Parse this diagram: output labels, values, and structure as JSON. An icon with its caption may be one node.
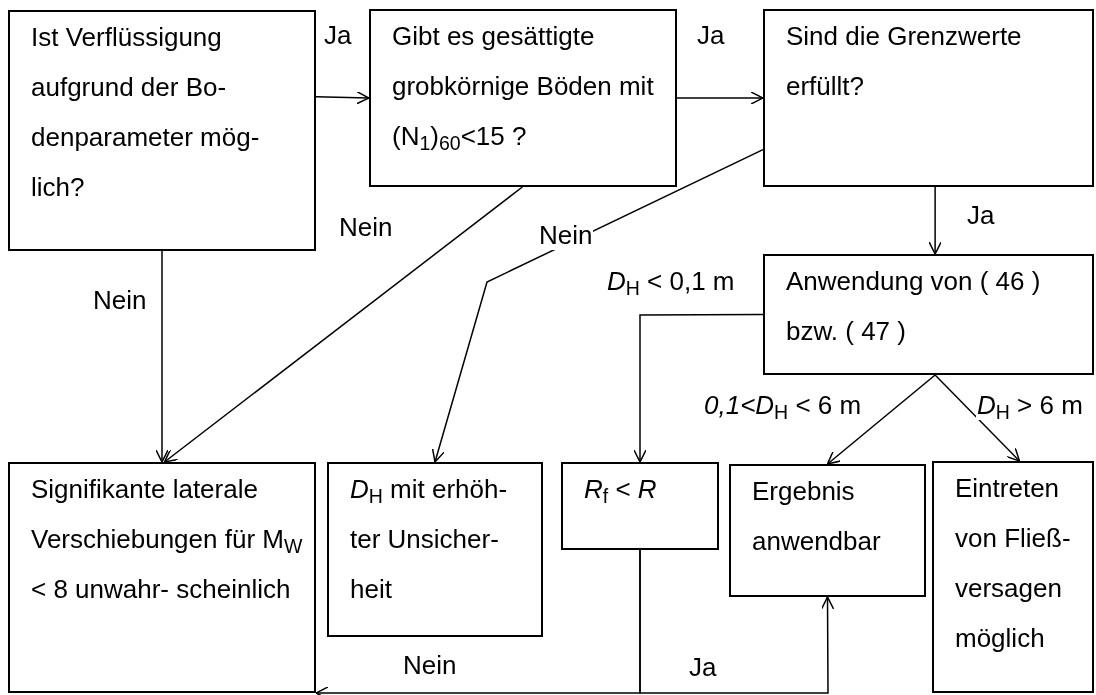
{
  "diagram": {
    "nodes": [
      {
        "text": [
          "Ist Verflüssigung aufgrund der Bo- denparameter mög- lich?"
        ]
      },
      {
        "text": [
          "Gibt es gesättigte grobkörnige Böden mit (N$_{1}$)$_{60}$<15 ?"
        ]
      },
      {
        "text": [
          "Sind die Grenzwerte erfüllt?"
        ]
      },
      {
        "text": [
          "Anwendung von ( 46 ) bzw. ( 47 )"
        ]
      },
      {
        "text": [
          "Signifikante laterale Verschiebungen für M$_{W}$ < 8 unwahr- scheinlich"
        ]
      },
      {
        "text": [
          "*D*$_{H}$ mit erhöh- ter Unsicher- heit"
        ]
      },
      {
        "text": [
          "*R*$_{f}$ < *R*"
        ]
      },
      {
        "text": [
          "Ergebnis anwendbar"
        ]
      },
      {
        "text": [
          "Eintreten von Fließ- versagen möglich"
        ]
      }
    ],
    "edges": [
      {
        "from": 0,
        "to": 1,
        "arrow": "to",
        "label": "Ja"
      },
      {
        "from": 1,
        "to": 2,
        "arrow": "to",
        "label": "Ja"
      },
      {
        "from": 2,
        "to": 3,
        "arrow": "to",
        "label": "Ja"
      },
      {
        "from": 0,
        "to": 4,
        "arrow": "to",
        "label": "Nein"
      },
      {
        "from": 1,
        "to": 4,
        "arrow": "to",
        "label": "Nein"
      },
      {
        "from": 2,
        "to": 5,
        "arrow": "to",
        "label": "Nein"
      },
      {
        "from": 3,
        "to": 6,
        "arrow": "to",
        "label": "*D*$_{H}$ < 0,1 m"
      },
      {
        "from": 3,
        "to": 7,
        "arrow": "to",
        "label": "*0,1<D*$_{H}$ < 6 m"
      },
      {
        "from": 3,
        "to": 8,
        "arrow": "to",
        "label": "*D*$_{H}$ > 6 m"
      },
      {
        "from": 6,
        "to": 7,
        "arrow": "to",
        "label": "Ja"
      },
      {
        "from": 6,
        "to": 4,
        "arrow": "to",
        "label": "Nein"
      }
    ]
  }
}
